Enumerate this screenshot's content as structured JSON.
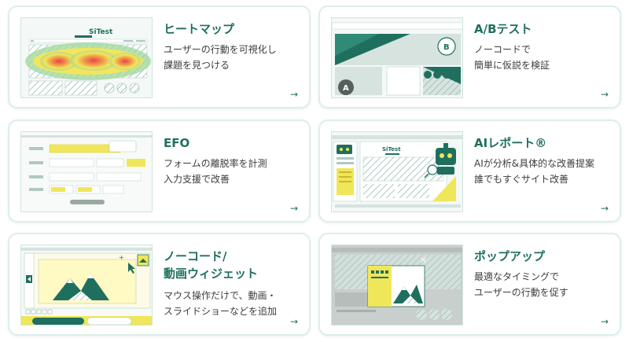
{
  "colors": {
    "brand": "#1f6f5f",
    "accent": "#f0e65a",
    "border": "#dcefe9",
    "text": "#3d3d3d"
  },
  "cards": [
    {
      "id": "heatmap",
      "title": "ヒートマップ",
      "description": "ユーザーの行動を可視化し\n課題を見つける",
      "arrow": "→",
      "logo_text": "SiTest"
    },
    {
      "id": "abtest",
      "title": "A/Bテスト",
      "description": "ノーコードで\n簡単に仮説を検証",
      "arrow": "→",
      "label_a": "A",
      "label_b": "B"
    },
    {
      "id": "efo",
      "title": "EFO",
      "description": "フォームの離脱率を計測\n入力支援で改善",
      "arrow": "→"
    },
    {
      "id": "ai-report",
      "title": "AIレポート®",
      "description": "AIが分析&具体的な改善提案\n誰でもすぐサイト改善",
      "arrow": "→",
      "logo_text": "SiTest"
    },
    {
      "id": "nocode-widget",
      "title": "ノーコード/\n動画ウィジェット",
      "description": "マウス操作だけで、動画・\nスライドショーなどを追加",
      "arrow": "→"
    },
    {
      "id": "popup",
      "title": "ポップアップ",
      "description": "最適なタイミングで\nユーザーの行動を促す",
      "arrow": "→",
      "close_mark": "×"
    }
  ]
}
